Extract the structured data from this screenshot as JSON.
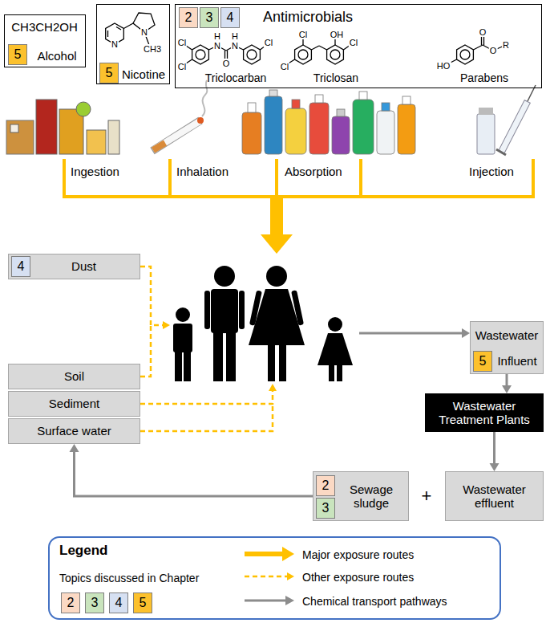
{
  "diagram": {
    "nodes": [
      {
        "text": [
          "CH3CH2OH",
          "Alcohol"
        ]
      },
      {
        "text": [
          "5"
        ],
        "in": 0
      },
      {
        "text": [
          "Nicotine"
        ]
      },
      {
        "text": [
          "5"
        ],
        "in": 2
      },
      {
        "text": [
          "Antimicrobials",
          "Triclocarban",
          "Triclosan",
          "Parabens"
        ]
      },
      {
        "text": [
          "2"
        ],
        "in": 4
      },
      {
        "text": [
          "3"
        ],
        "in": 4
      },
      {
        "text": [
          "4"
        ],
        "in": 4
      },
      {
        "text": [
          "Dust"
        ]
      },
      {
        "text": [
          "4"
        ],
        "in": 8
      },
      {
        "text": [
          "Soil"
        ]
      },
      {
        "text": [
          "Sediment"
        ]
      },
      {
        "text": [
          "Surface water"
        ]
      },
      {
        "text": [
          "Wastewater",
          "Influent"
        ]
      },
      {
        "text": [
          "5"
        ],
        "in": 13
      },
      {
        "text": [
          "Wastewater Treatment Plants"
        ]
      },
      {
        "text": [
          "Sewage sludge"
        ]
      },
      {
        "text": [
          "2"
        ],
        "in": 16
      },
      {
        "text": [
          "3"
        ],
        "in": 16
      },
      {
        "text": [
          "Wastewater effluent"
        ]
      },
      {
        "text": [
          "Legend",
          "Topics discussed in Chapter"
        ]
      }
    ],
    "edges": [
      {
        "from": 13,
        "to": 15,
        "arrow": "to"
      },
      {
        "from": 15,
        "to": 19,
        "arrow": "to"
      },
      {
        "from": 16,
        "to": 12,
        "arrow": "to"
      }
    ],
    "labels": [
      "Ingestion",
      "Inhalation",
      "Absorption",
      "Injection",
      "N",
      "N",
      "CH3",
      "Cl",
      "Cl",
      "H",
      "N",
      "O",
      "H",
      "N",
      "Cl",
      "Cl",
      "Cl",
      "OH",
      "Cl",
      "HO",
      "O",
      "O",
      "R",
      "+"
    ],
    "legend": [
      {
        "text": "2",
        "color": "#fbd9c4"
      },
      {
        "text": "3",
        "color": "#c9e4bd"
      },
      {
        "text": "4",
        "color": "#d6e0f2"
      },
      {
        "text": "5",
        "color": "#fcc12d"
      },
      {
        "text": "Major exposure routes"
      },
      {
        "text": "Other exposure routes"
      },
      {
        "text": "Chemical transport pathways"
      }
    ]
  }
}
